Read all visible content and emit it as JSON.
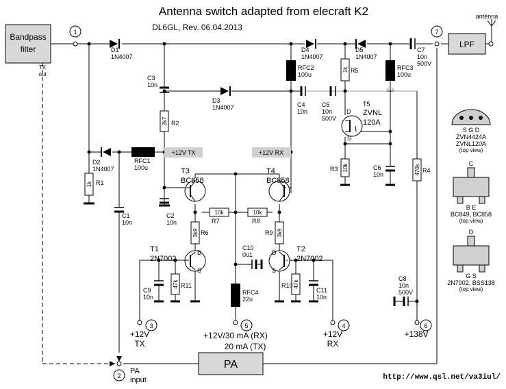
{
  "header": {
    "title": "Antenna switch adapted from elecraft K2",
    "subtitle": "DL6GL, Rev. 06.04.2013"
  },
  "footer": {
    "url": "http://www.qsl.net/va3iul/"
  },
  "blocks": {
    "bandpass_line1": "Bandpass",
    "bandpass_line2": "filter",
    "lpf": "LPF",
    "pa": "PA",
    "antenna": "antenna",
    "tx_line1": "TX",
    "tx_line2": "out"
  },
  "nodes": [
    "1",
    "2",
    "3",
    "4",
    "5",
    "6",
    "7"
  ],
  "bars": {
    "tx": "+12V TX",
    "rx": "+12V RX"
  },
  "components": {
    "d1": "D1",
    "d1v": "1N4007",
    "d2": "D2",
    "d2v": "1N4007",
    "d3": "D3",
    "d3v": "1N4007",
    "d4": "D4",
    "d4v": "1N4007",
    "d5": "D5",
    "d5v": "1N4007",
    "c1": "C1",
    "c1v": "10n",
    "c2": "C2",
    "c2v": "10n",
    "c3": "C3",
    "c3v": "10n",
    "c4": "C4",
    "c4v": "10n",
    "c5": "C5",
    "c5v": "10n",
    "c5v2": "500V",
    "c6": "C6",
    "c6v": "10n",
    "c7": "C7",
    "c7v": "10n",
    "c7v2": "500V",
    "c8": "C8",
    "c8v": "10n",
    "c8v2": "500V",
    "c9": "C9",
    "c9v": "10n",
    "c10": "C10",
    "c10v": "0u1",
    "c11": "C11",
    "c11v": "10n",
    "r1": "R1",
    "r1v": "1k",
    "r2": "R2",
    "r2v": "2k7",
    "r3": "R3",
    "r3v": "10k",
    "r4": "R4",
    "r4v": "470k",
    "r5": "R5",
    "r5v": "1k",
    "r6": "R6",
    "r6v": "3k9",
    "r7": "R7",
    "r7v": "10k",
    "r8": "R8",
    "r8v": "10k",
    "r9": "R9",
    "r9v": "3k9",
    "r10": "R10",
    "r10v": "47k",
    "r11": "R11",
    "r11v": "47k",
    "rfc1": "RFC1",
    "rfc1v": "100u",
    "rfc2": "RFC2",
    "rfc2v": "100u",
    "rfc3": "RFC3",
    "rfc3v": "100u",
    "rfc4": "RFC4",
    "rfc4v": "22u",
    "t1": "T1",
    "t1v": "2N7002",
    "t2": "T2",
    "t2v": "2N7002",
    "t3": "T3",
    "t3v": "BC858",
    "t4": "T4",
    "t4v": "BC858",
    "t5": "T5",
    "t5v": "ZVNL",
    "t5v2": "120A",
    "pin_d": "D",
    "pin_s": "S"
  },
  "supplies": {
    "tx_v": "+12V",
    "tx_l": "TX",
    "rx_v": "+12V",
    "rx_l": "RX",
    "mid1": "+12V/30 mA (RX)",
    "mid2": "20 mA (TX)",
    "hv": "+138V",
    "pa_input1": "PA",
    "pa_input2": "input"
  },
  "packages": {
    "to92_pins": "S  G  D",
    "to92_p1": "ZVN4424A",
    "to92_p2": "ZVNL120A",
    "to92_view": "(top view)",
    "sot_a_top": "C",
    "sot_a_pins": "B      E",
    "sot_a_parts": "BC849, BC858",
    "sot_a_view": "(top view)",
    "sot_b_top": "D",
    "sot_b_pins": "G      S",
    "sot_b_parts": "2N7002, BSS138",
    "sot_b_view": "(top view)"
  }
}
